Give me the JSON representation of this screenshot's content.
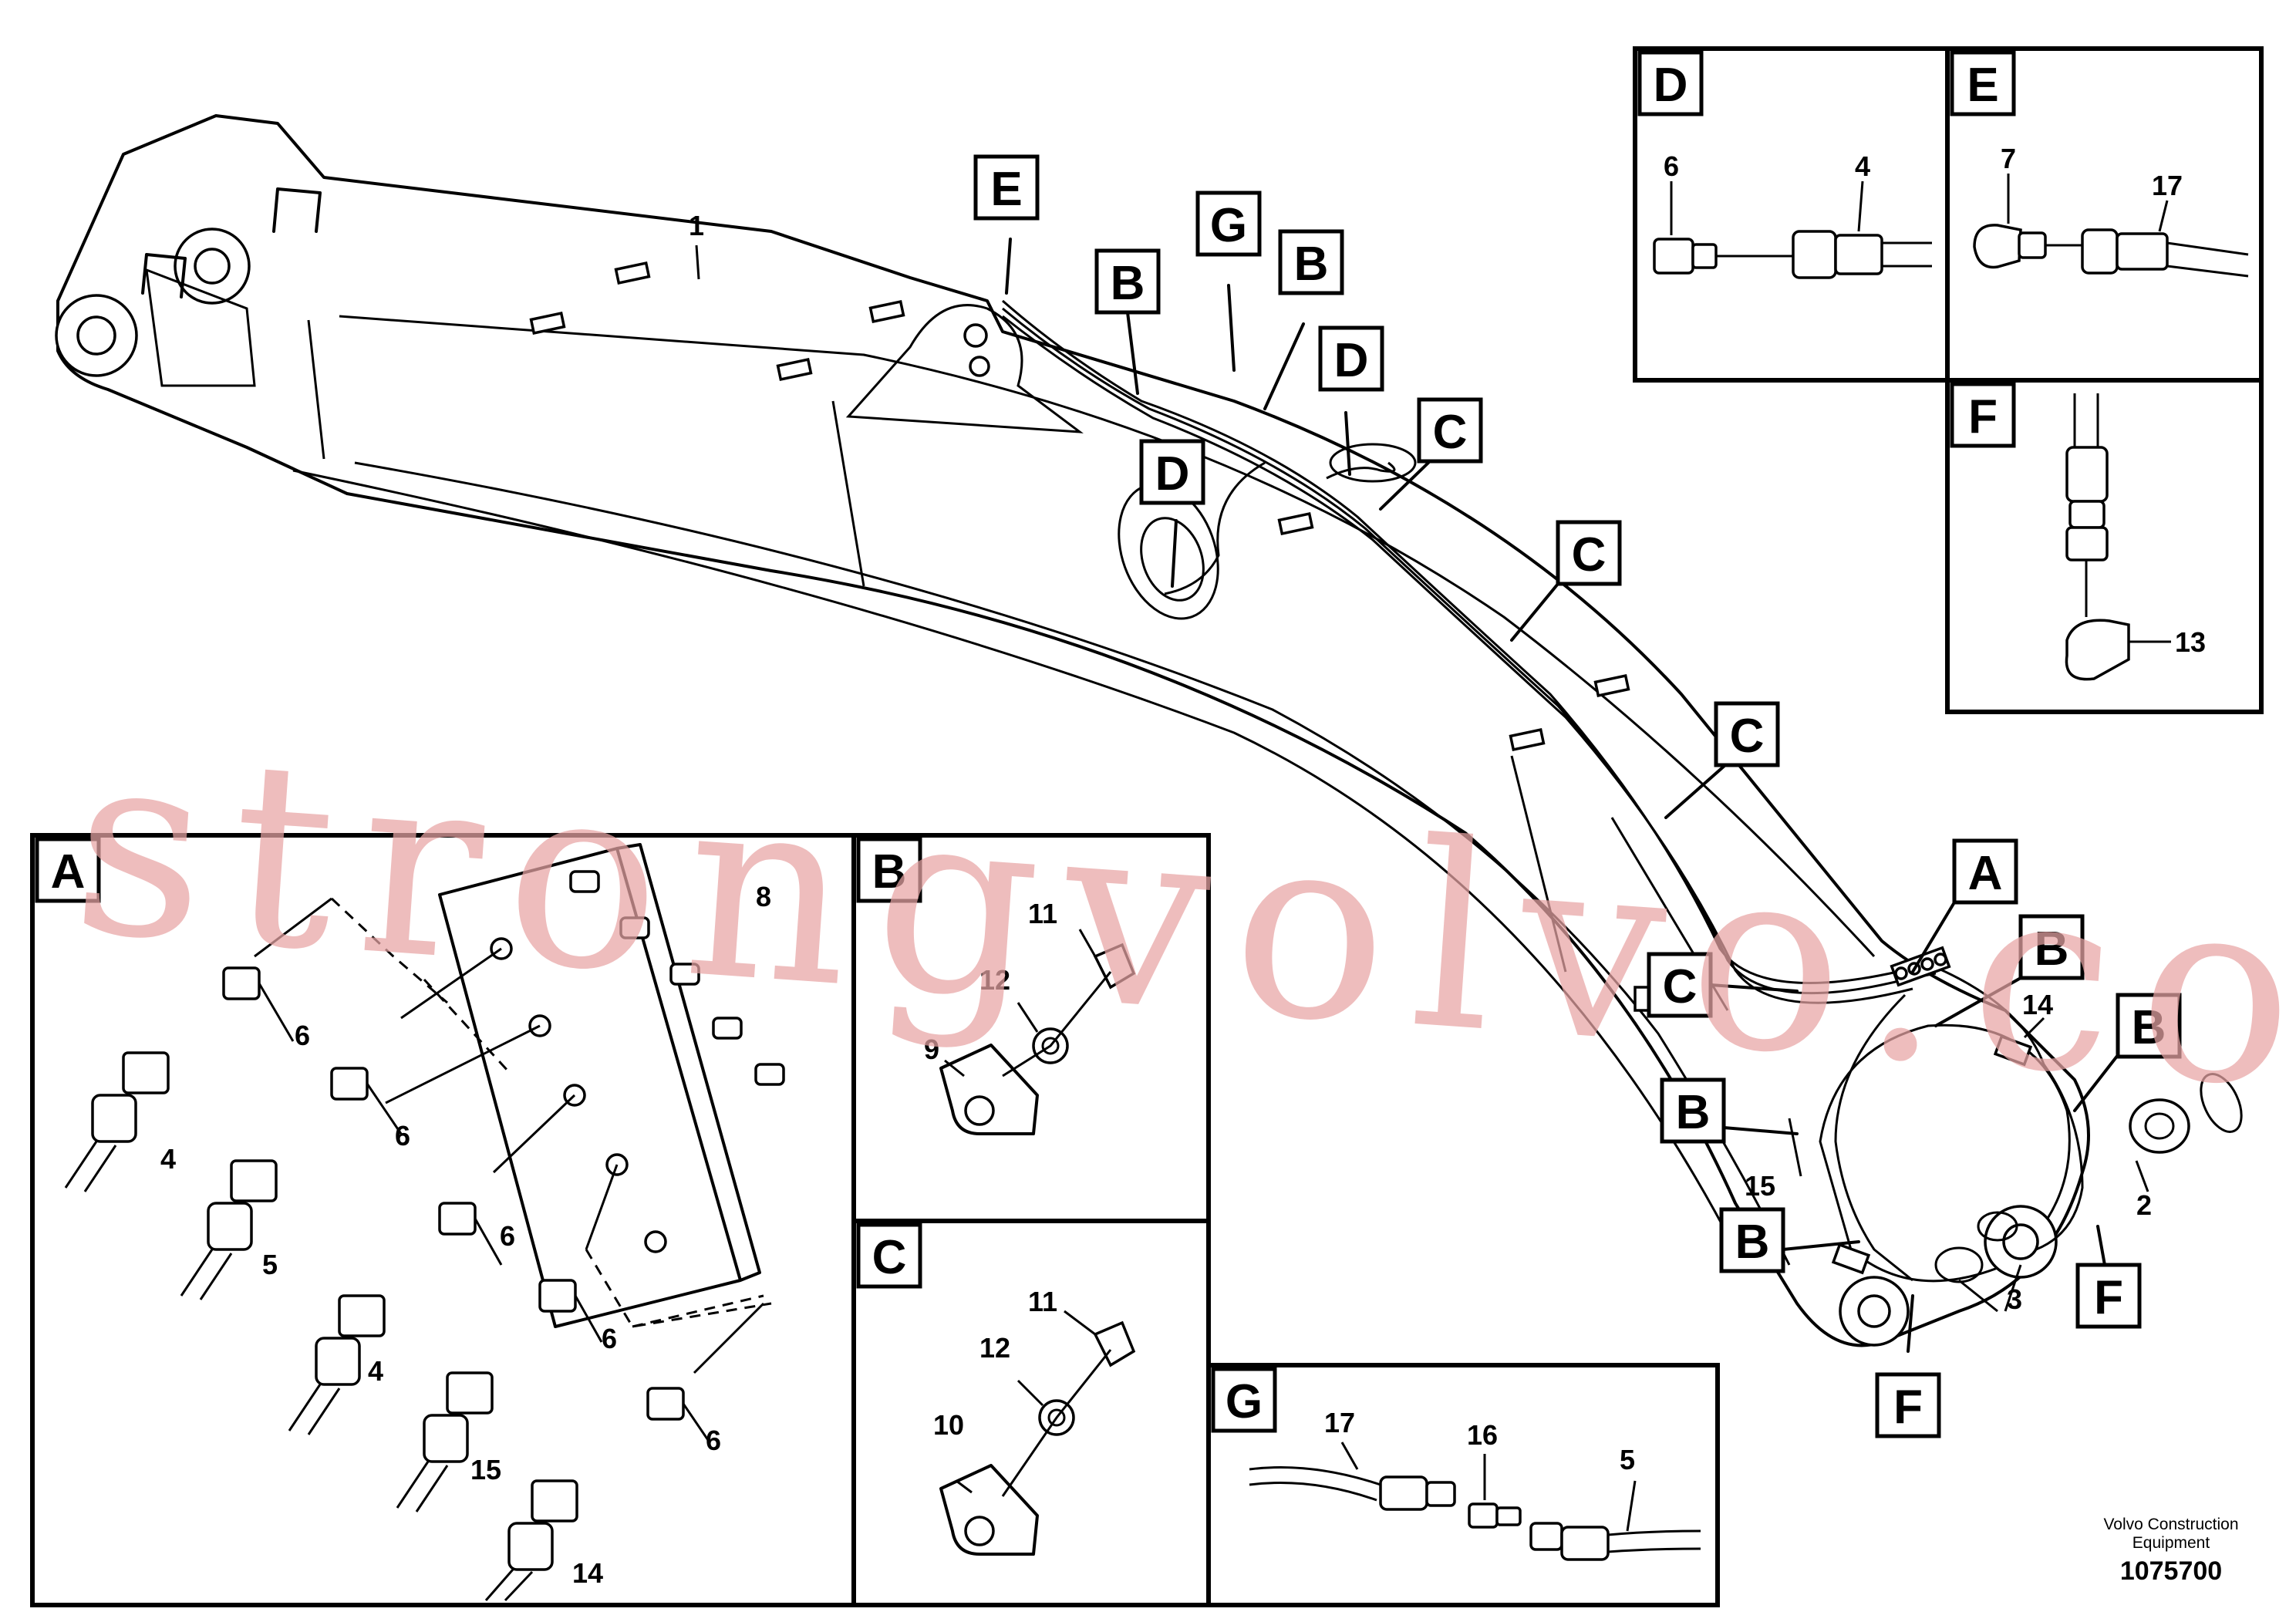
{
  "main_view": {
    "part_labels": [
      "1",
      "14",
      "15",
      "2",
      "3"
    ],
    "callouts": [
      "E",
      "G",
      "B",
      "B",
      "D",
      "D",
      "C",
      "C",
      "C",
      "C",
      "A",
      "B",
      "B",
      "B",
      "B",
      "F",
      "F"
    ]
  },
  "detail_A": {
    "corner": "A",
    "labels": [
      "8",
      "6",
      "6",
      "6",
      "6",
      "6",
      "4",
      "5",
      "4",
      "15",
      "14"
    ]
  },
  "detail_B": {
    "corner": "B",
    "labels": [
      "11",
      "12",
      "9"
    ]
  },
  "detail_C": {
    "corner": "C",
    "labels": [
      "11",
      "12",
      "10"
    ]
  },
  "detail_D": {
    "corner": "D",
    "labels": [
      "6",
      "4"
    ]
  },
  "detail_E": {
    "corner": "E",
    "labels": [
      "7",
      "17"
    ]
  },
  "detail_F": {
    "corner": "F",
    "labels": [
      "13"
    ]
  },
  "detail_G": {
    "corner": "G",
    "labels": [
      "17",
      "16",
      "5"
    ]
  },
  "footer": {
    "company_line1": "Volvo Construction",
    "company_line2": "Equipment",
    "doc_number": "1075700"
  },
  "watermark": "strongvolvo.com"
}
